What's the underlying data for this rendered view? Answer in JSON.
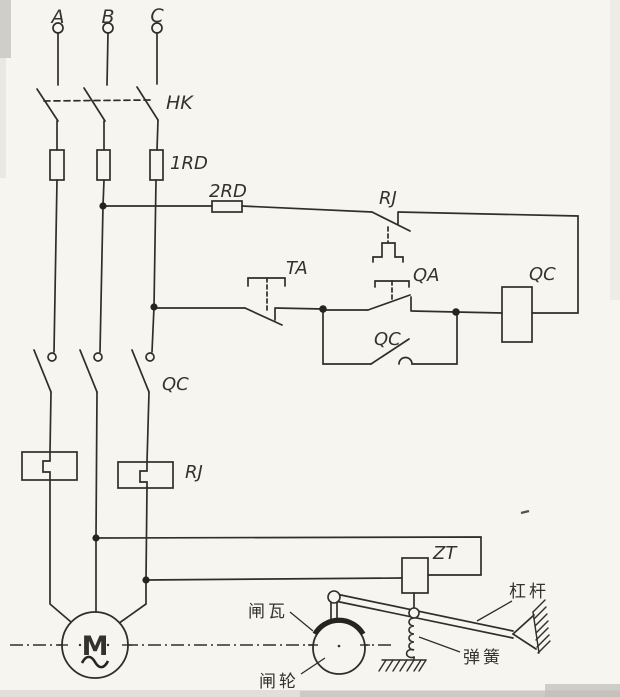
{
  "colors": {
    "ink": "#302e2b",
    "paper": "#f7f5f0"
  },
  "power": {
    "phase_a": "A",
    "phase_b": "B",
    "phase_c": "C",
    "knife_switch": "HK",
    "main_fuse": "1RD"
  },
  "control": {
    "control_fuse": "2RD",
    "overload_contact": "RJ",
    "stop_button": "TA",
    "start_button": "QA",
    "aux_contact": "QC",
    "coil": "QC"
  },
  "load": {
    "main_contacts": "QC",
    "overload_heater": "RJ",
    "motor": "M"
  },
  "brake": {
    "magnet": "ZT",
    "shoe": "闸瓦",
    "wheel": "闸轮",
    "lever": "杠杆",
    "spring": "弹簧"
  }
}
